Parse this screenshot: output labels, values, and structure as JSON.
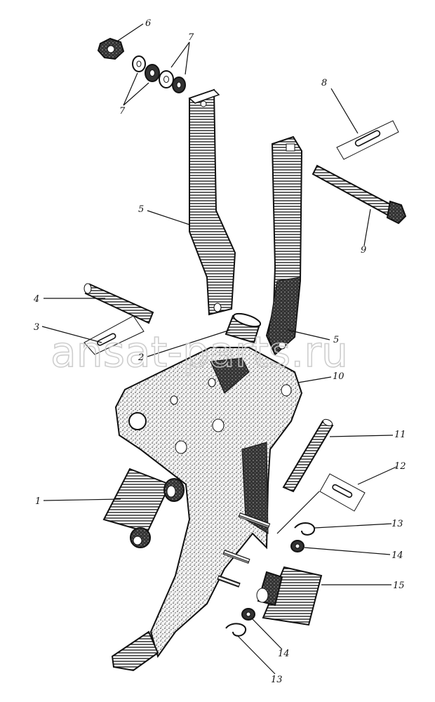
{
  "diagram": {
    "watermark": "ansat-parts.ru",
    "labels": {
      "l1": "1",
      "l2": "2",
      "l3": "3",
      "l4": "4",
      "l5a": "5",
      "l5b": "5",
      "l6": "6",
      "l7a": "7",
      "l7b": "7",
      "l8": "8",
      "l9": "9",
      "l10": "10",
      "l11": "11",
      "l12": "12",
      "l13a": "13",
      "l13b": "13",
      "l14a": "14",
      "l14b": "14",
      "l15": "15"
    },
    "colors": {
      "ink": "#111111",
      "paper": "#ffffff",
      "watermark": "#c9c9c9"
    }
  }
}
